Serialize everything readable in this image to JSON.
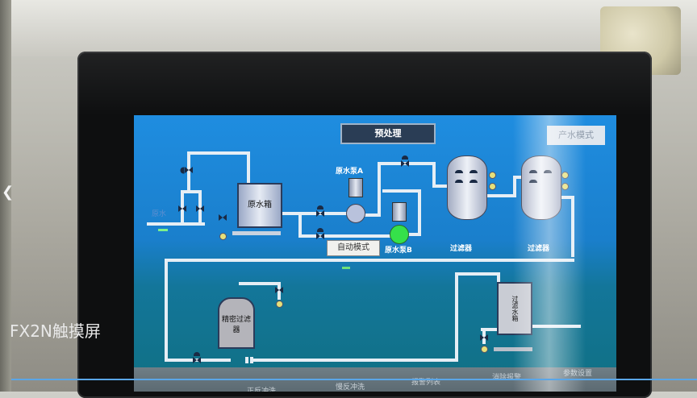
{
  "video_overlay": {
    "caption": "FX2N触摸屏",
    "back_icon": "chevron-left-icon"
  },
  "hmi": {
    "screen_title": "预处理",
    "mode_indicator": "产水模式",
    "auto_mode_button": "自动模式",
    "inlet_label": "原水",
    "raw_water_tank": "原水箱",
    "pump_a": "原水泵A",
    "pump_b": "原水泵B",
    "filter_1": "过滤器",
    "filter_2": "过滤器",
    "precision_filter": "精密过滤器",
    "filtered_tank": "过滤水箱",
    "pump_b_status_color": "#35e04a",
    "pump_a_status_color": "#b9c2dc",
    "screen_bg": "#1f8de0",
    "bottom_buttons": [
      {
        "label": "正反冲洗"
      },
      {
        "label": "慢反冲洗"
      },
      {
        "label": "报警列表"
      },
      {
        "label": "消除报警"
      },
      {
        "label": "参数设置"
      }
    ]
  }
}
